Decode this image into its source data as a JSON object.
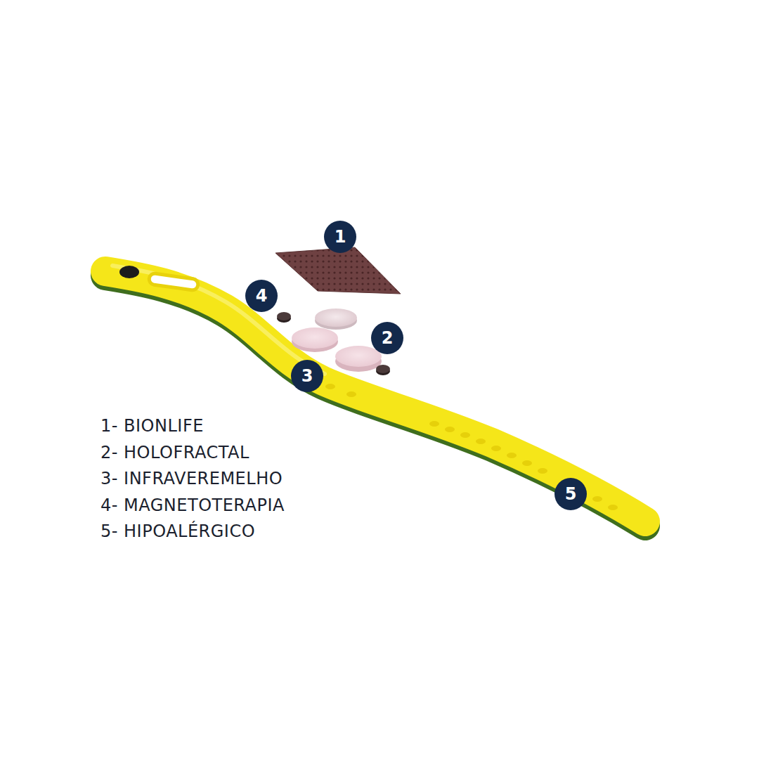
{
  "diagram": {
    "nodes": [
      {
        "text": [
          "1"
        ]
      },
      {
        "text": [
          "4"
        ]
      },
      {
        "text": [
          "2"
        ]
      },
      {
        "text": [
          "3"
        ]
      },
      {
        "text": [
          "5"
        ]
      }
    ],
    "labels": [
      "1- BIONLIFE",
      "2- HOLOFRACTAL",
      "3- INFRAVEREMELHO",
      "4- MAGNETOTERAPIA",
      "5- HIPOALÉRGICO"
    ]
  }
}
